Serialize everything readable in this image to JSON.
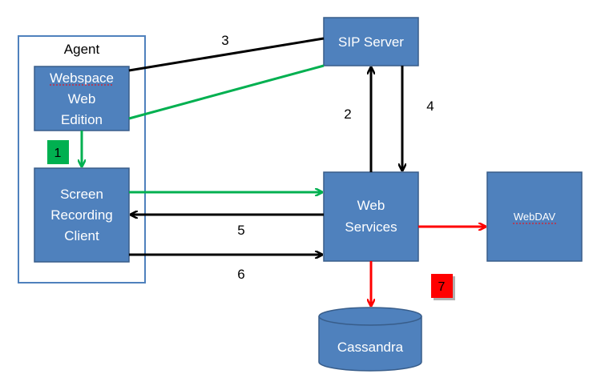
{
  "agent_label": "Agent",
  "nodes": {
    "webspace": {
      "lines": [
        "Webspace",
        "Web",
        "Edition"
      ]
    },
    "screen_recording": {
      "lines": [
        "Screen",
        "Recording",
        "Client"
      ]
    },
    "sip_server": {
      "label": "SIP Server"
    },
    "web_services": {
      "lines": [
        "Web",
        "Services"
      ]
    },
    "webdav": {
      "label": "WebDAV"
    },
    "cassandra": {
      "label": "Cassandra"
    }
  },
  "step_labels": {
    "s2": "2",
    "s3": "3",
    "s4": "4",
    "s5": "5",
    "s6": "6"
  },
  "badges": {
    "b1": {
      "label": "1",
      "color": "#00b050"
    },
    "b7": {
      "label": "7",
      "color": "#ff0000"
    }
  },
  "colors": {
    "box_fill": "#4f81bd",
    "box_stroke": "#385d8a",
    "green_arrow": "#00b050",
    "red_arrow": "#ff0000",
    "black_arrow": "#000000",
    "agent_border": "#4f81bd"
  }
}
